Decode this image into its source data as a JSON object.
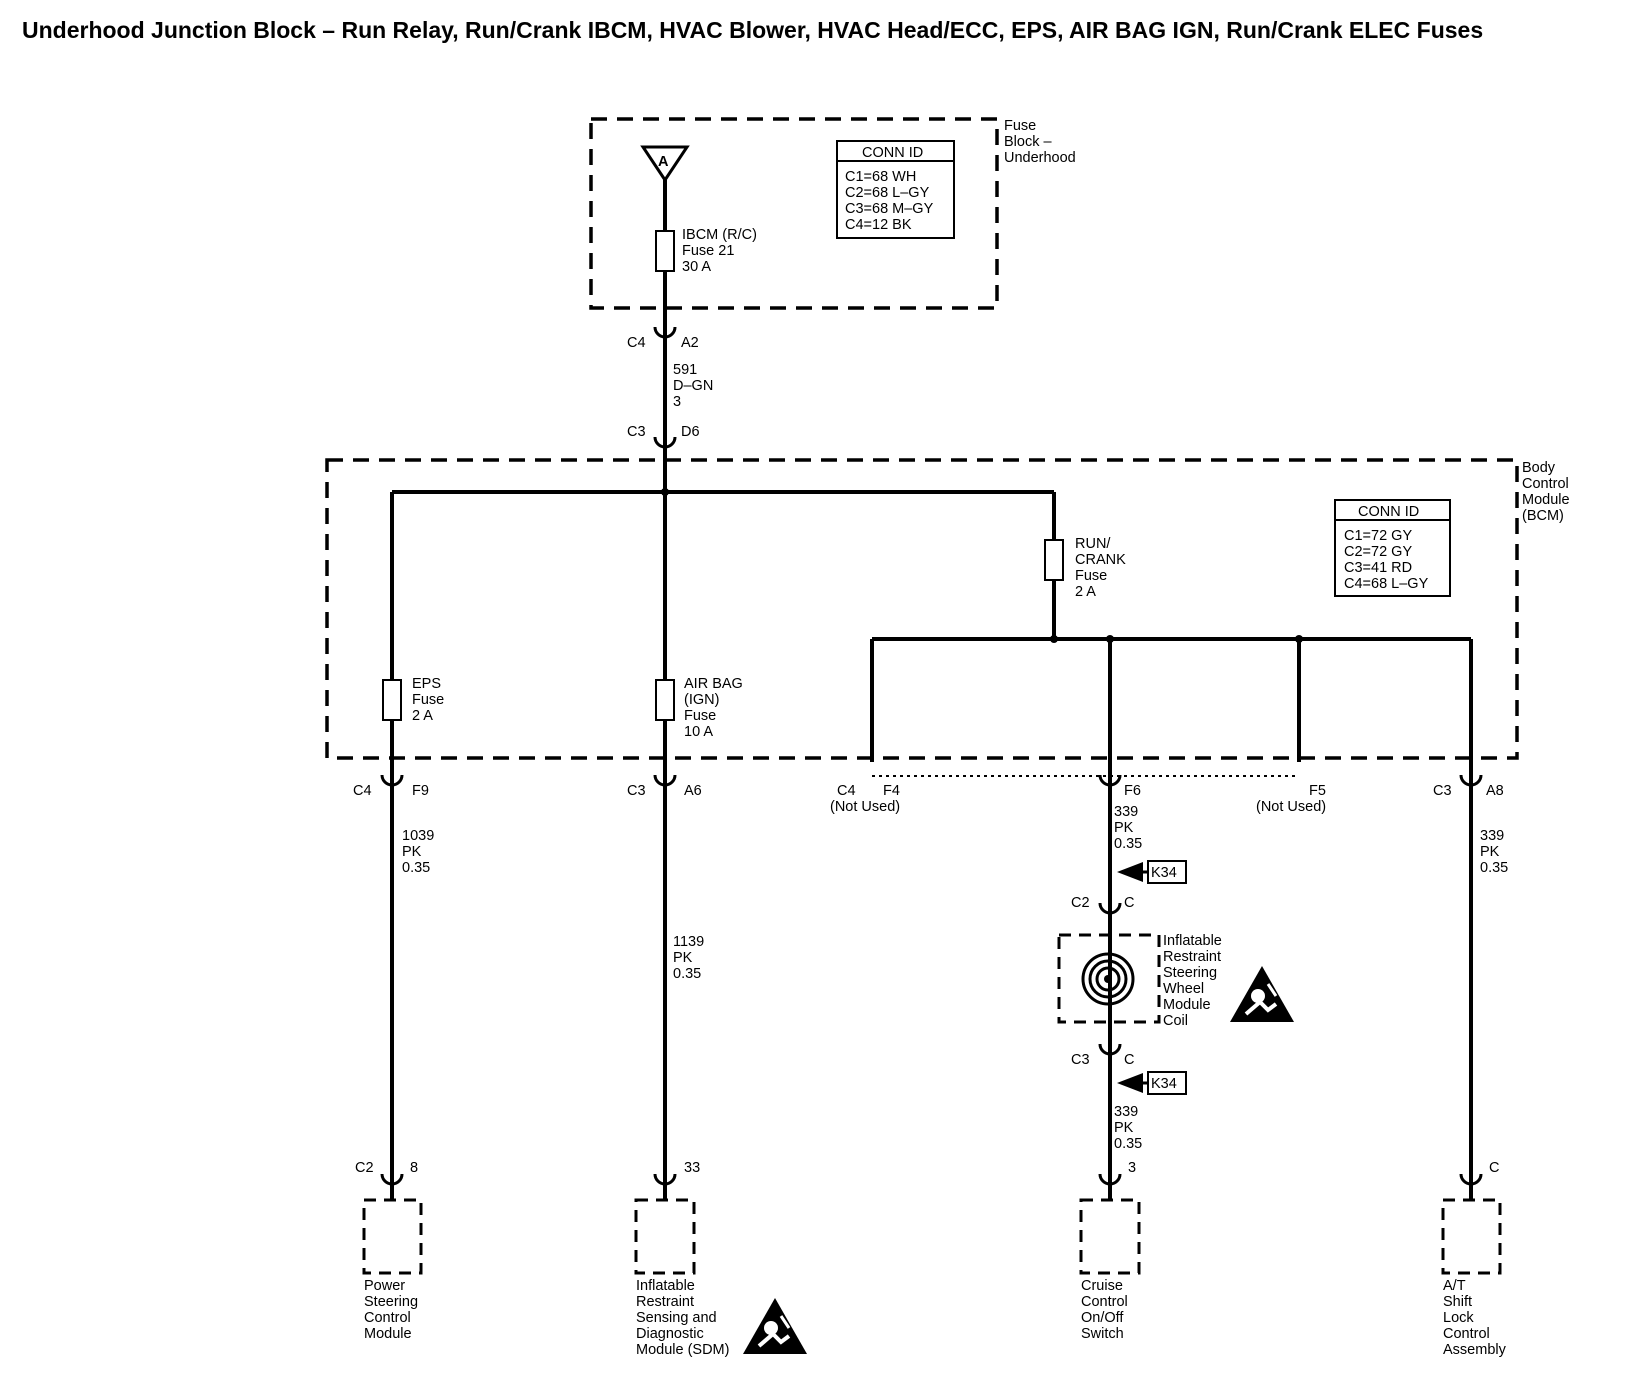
{
  "title": "Underhood Junction Block – Run Relay, Run/Crank IBCM, HVAC Blower, HVAC Head/ECC, EPS, AIR BAG IGN, Run/Crank ELEC Fuses",
  "fuse_block": {
    "name_lines": [
      "Fuse",
      "Block –",
      "Underhood"
    ],
    "source_label": "A",
    "conn_id": {
      "header": "CONN ID",
      "lines": [
        "C1=68 WH",
        "C2=68 L–GY",
        "C3=68 M–GY",
        "C4=12 BK"
      ]
    },
    "fuse": [
      "IBCM (R/C)",
      "Fuse 21",
      "30 A"
    ]
  },
  "feed": {
    "top_conn": {
      "c": "C4",
      "pin": "A2"
    },
    "wire": [
      "591",
      "D–GN",
      "3"
    ],
    "bottom_conn": {
      "c": "C3",
      "pin": "D6"
    }
  },
  "bcm": {
    "name_lines": [
      "Body",
      "Control",
      "Module",
      "(BCM)"
    ],
    "conn_id": {
      "header": "CONN ID",
      "lines": [
        "C1=72 GY",
        "C2=72 GY",
        "C3=41 RD",
        "C4=68 L–GY"
      ]
    },
    "runcrank_fuse": [
      "RUN/",
      "CRANK",
      "Fuse",
      "2 A"
    ],
    "eps_fuse": [
      "EPS",
      "Fuse",
      "2 A"
    ],
    "airbag_fuse": [
      "AIR BAG",
      "(IGN)",
      "Fuse",
      "10 A"
    ]
  },
  "outputs": {
    "f9": {
      "c": "C4",
      "pin": "F9",
      "wire": [
        "1039",
        "PK",
        "0.35"
      ]
    },
    "a6": {
      "c": "C3",
      "pin": "A6",
      "wire": [
        "1139",
        "PK",
        "0.35"
      ]
    },
    "f4": {
      "c": "C4",
      "pin": "F4",
      "note": "(Not Used)"
    },
    "f6": {
      "pin": "F6",
      "wire": [
        "339",
        "PK",
        "0.35"
      ]
    },
    "f5": {
      "pin": "F5",
      "note": "(Not Used)"
    },
    "a8": {
      "c": "C3",
      "pin": "A8",
      "wire": [
        "339",
        "PK",
        "0.35"
      ]
    }
  },
  "coil": {
    "option": "K34",
    "top_conn": {
      "c": "C2",
      "pin": "C"
    },
    "name_lines": [
      "Inflatable",
      "Restraint",
      "Steering",
      "Wheel",
      "Module",
      "Coil"
    ],
    "bottom_conn": {
      "c": "C3",
      "pin": "C"
    },
    "wire_below": [
      "339",
      "PK",
      "0.35"
    ]
  },
  "components": {
    "psc": {
      "c": "C2",
      "pin": "8",
      "name_lines": [
        "Power",
        "Steering",
        "Control",
        "Module"
      ]
    },
    "sdm": {
      "pin": "33",
      "name_lines": [
        "Inflatable",
        "Restraint",
        "Sensing and",
        "Diagnostic",
        "Module (SDM)"
      ]
    },
    "cruise": {
      "pin": "3",
      "name_lines": [
        "Cruise",
        "Control",
        "On/Off",
        "Switch"
      ]
    },
    "atshift": {
      "pin": "C",
      "name_lines": [
        "A/T",
        "Shift",
        "Lock",
        "Control",
        "Assembly"
      ]
    }
  },
  "icons": [
    "airbag-warning-icon",
    "ground-triangle-icon",
    "coil-spiral-icon",
    "option-arrow-icon"
  ]
}
